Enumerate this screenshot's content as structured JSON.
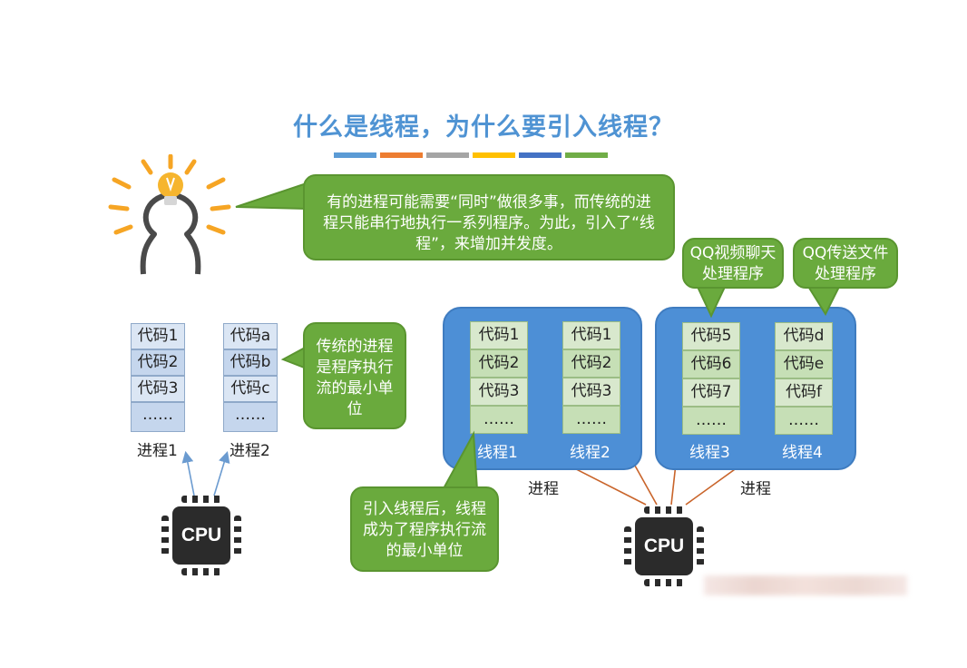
{
  "title": "什么是线程，为什么要引入线程？",
  "stripe_colors": [
    "#5b9bd5",
    "#ed7d31",
    "#a5a5a5",
    "#ffc000",
    "#4472c4",
    "#70ad47"
  ],
  "speech_bubble": "有的进程可能需要“同时”做很多事，而传统的进程只能串行地执行一系列程序。为此，引入了“线程”，来增加并发度。",
  "traditional": {
    "note": "传统的进程是程序执行流的最小单位",
    "process1": {
      "cells": [
        "代码1",
        "代码2",
        "代码3",
        "……"
      ],
      "label": "进程1"
    },
    "process2": {
      "cells": [
        "代码a",
        "代码b",
        "代码c",
        "……"
      ],
      "label": "进程2"
    },
    "cpu": "CPU"
  },
  "threaded": {
    "process_a": {
      "label": "进程",
      "thread1": {
        "cells": [
          "代码1",
          "代码2",
          "代码3",
          "……"
        ],
        "label": "线程1"
      },
      "thread2": {
        "cells": [
          "代码1",
          "代码2",
          "代码3",
          "……"
        ],
        "label": "线程2"
      }
    },
    "process_b": {
      "label": "进程",
      "thread3": {
        "cells": [
          "代码5",
          "代码6",
          "代码7",
          "……"
        ],
        "label": "线程3"
      },
      "thread4": {
        "cells": [
          "代码d",
          "代码e",
          "代码f",
          "……"
        ],
        "label": "线程4"
      }
    },
    "note": "引入线程后，线程成为了程序执行流的最小单位",
    "qq_chat": "QQ视频聊天处理程序",
    "qq_file": "QQ传送文件处理程序",
    "cpu": "CPU"
  }
}
